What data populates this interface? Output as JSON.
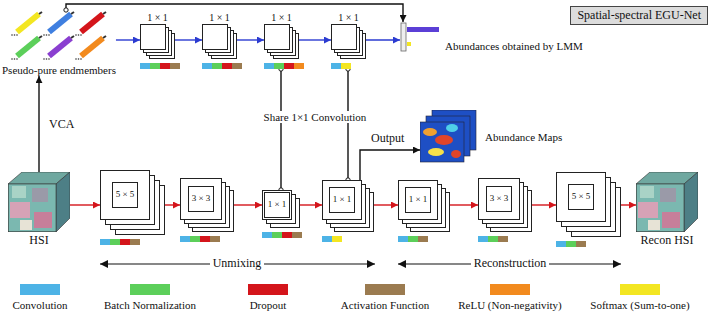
{
  "diagram": {
    "title": "Spatial-spectral EGU-Net",
    "nodes": [
      {
        "text": [
          "Pseudo-pure endmembers"
        ]
      },
      {
        "text": [
          "1 × 1"
        ]
      },
      {
        "text": [
          "1 × 1"
        ]
      },
      {
        "text": [
          "1 × 1"
        ]
      },
      {
        "text": [
          "1 × 1"
        ]
      },
      {
        "text": [
          "Abundances obtained by LMM"
        ]
      },
      {
        "text": [
          "HSI"
        ]
      },
      {
        "text": [
          "5 × 5"
        ]
      },
      {
        "text": [
          "3 × 3"
        ]
      },
      {
        "text": [
          "1 × 1"
        ]
      },
      {
        "text": [
          "1 × 1"
        ]
      },
      {
        "text": [
          "Abundance Maps"
        ]
      },
      {
        "text": [
          "1 × 1"
        ]
      },
      {
        "text": [
          "3 × 3"
        ]
      },
      {
        "text": [
          "5 × 5"
        ]
      },
      {
        "text": [
          "Recon HSI"
        ]
      }
    ],
    "edges": [
      {
        "from": 0,
        "to": 1,
        "arrow": "to"
      },
      {
        "from": 1,
        "to": 2,
        "arrow": "to"
      },
      {
        "from": 2,
        "to": 3,
        "arrow": "to"
      },
      {
        "from": 3,
        "to": 4,
        "arrow": "to"
      },
      {
        "from": 4,
        "to": 5,
        "arrow": "to"
      },
      {
        "from": 0,
        "to": 5,
        "arrow": "to"
      },
      {
        "from": 6,
        "to": 0,
        "arrow": "to",
        "label": "VCA"
      },
      {
        "from": 6,
        "to": 7,
        "arrow": "to"
      },
      {
        "from": 7,
        "to": 8,
        "arrow": "to"
      },
      {
        "from": 8,
        "to": 9,
        "arrow": "to"
      },
      {
        "from": 9,
        "to": 10,
        "arrow": "to"
      },
      {
        "from": 10,
        "to": 12,
        "arrow": "to"
      },
      {
        "from": 12,
        "to": 13,
        "arrow": "to"
      },
      {
        "from": 13,
        "to": 14,
        "arrow": "to"
      },
      {
        "from": 14,
        "to": 15,
        "arrow": "to"
      },
      {
        "from": 9,
        "to": 3,
        "arrow": "none"
      },
      {
        "from": 10,
        "to": 4,
        "arrow": "none"
      },
      {
        "from": 10,
        "to": 11,
        "arrow": "to",
        "label": "Output"
      }
    ],
    "labels": [
      "Share 1×1 Convolution",
      "Unmixing",
      "Reconstruction"
    ],
    "legend": [
      {
        "text": "Convolution",
        "color": "#4db3e6"
      },
      {
        "text": "Batch Normalization",
        "color": "#5ccf5a"
      },
      {
        "text": "Dropout",
        "color": "#d4151b"
      },
      {
        "text": "Activation Function",
        "color": "#9b7b50"
      },
      {
        "text": "ReLU (Non-negativity)",
        "color": "#f28a1e"
      },
      {
        "text": "Softmax (Sum-to-one)",
        "color": "#f3e622"
      }
    ]
  }
}
